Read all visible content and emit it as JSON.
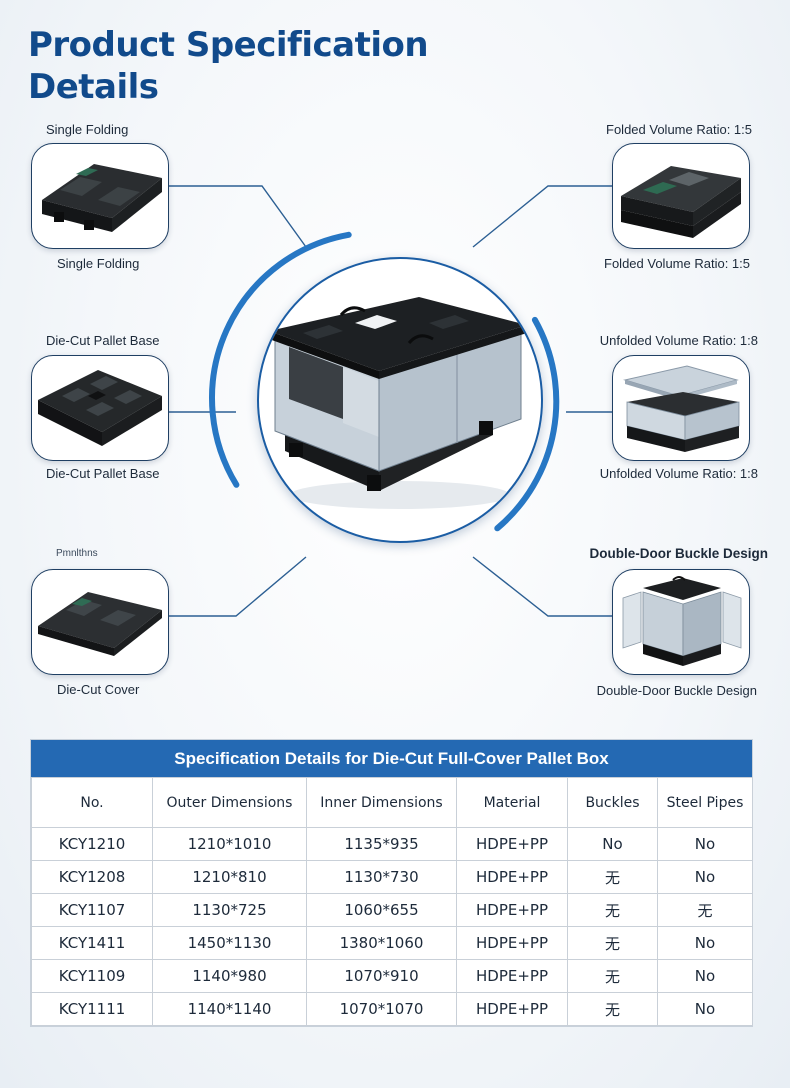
{
  "title_line1": "Product Specification",
  "title_line2": "Details",
  "features": {
    "single_folding": {
      "label_top": "Single Folding",
      "label_bottom": "Single Folding"
    },
    "folded_ratio": {
      "label_top": "Folded Volume Ratio: 1:5",
      "label_bottom": "Folded Volume Ratio: 1:5"
    },
    "pallet_base": {
      "label_top": "Die-Cut Pallet Base",
      "label_bottom": "Die-Cut Pallet Base"
    },
    "unfolded_ratio": {
      "label_top": "Unfolded Volume Ratio: 1:8",
      "label_bottom": "Unfolded Volume Ratio: 1:8"
    },
    "cover": {
      "label_top": "Pmnlthns",
      "label_bottom": "Die-Cut Cover"
    },
    "double_door": {
      "label_top": "Double-Door Buckle Design",
      "label_bottom": "Double-Door Buckle Design"
    }
  },
  "table": {
    "title": "Specification Details for Die-Cut Full-Cover Pallet Box",
    "headers": [
      "No.",
      "Outer Dimensions",
      "Inner Dimensions",
      "Material",
      "Buckles",
      "Steel Pipes"
    ],
    "rows": [
      [
        "KCY1210",
        "1210*1010",
        "1135*935",
        "HDPE+PP",
        "No",
        "No"
      ],
      [
        "KCY1208",
        "1210*810",
        "1130*730",
        "HDPE+PP",
        "无",
        "No"
      ],
      [
        "KCY1107",
        "1130*725",
        "1060*655",
        "HDPE+PP",
        "无",
        "无"
      ],
      [
        "KCY1411",
        "1450*1130",
        "1380*1060",
        "HDPE+PP",
        "无",
        "No"
      ],
      [
        "KCY1109",
        "1140*980",
        "1070*910",
        "HDPE+PP",
        "无",
        "No"
      ],
      [
        "KCY1111",
        "1140*1140",
        "1070*1070",
        "HDPE+PP",
        "无",
        "No"
      ]
    ]
  },
  "colors": {
    "accent": "#2469b3",
    "title": "#114a8b",
    "ring": "#1b5da4"
  }
}
